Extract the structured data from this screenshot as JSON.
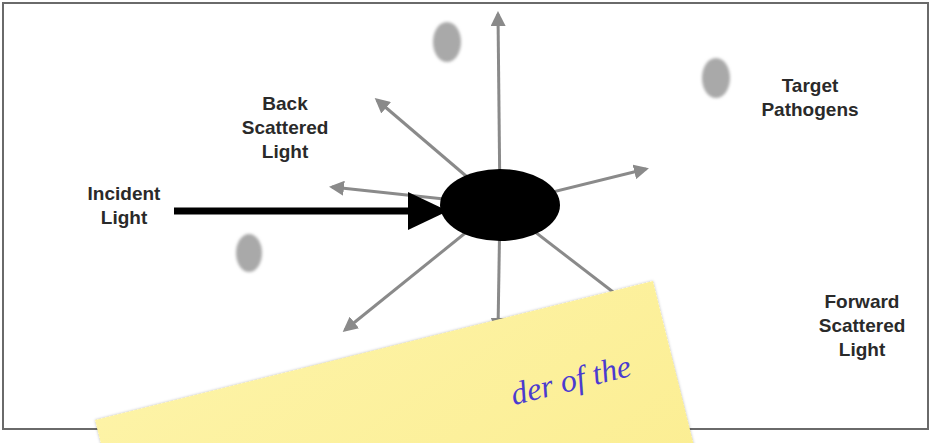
{
  "diagram": {
    "nodes": [
      {
        "text": [
          "der of the"
        ]
      }
    ],
    "labels": [
      "Back Scattered Light",
      "Target Pathogens",
      "Incident Light",
      "Forward Scattered Light"
    ]
  }
}
